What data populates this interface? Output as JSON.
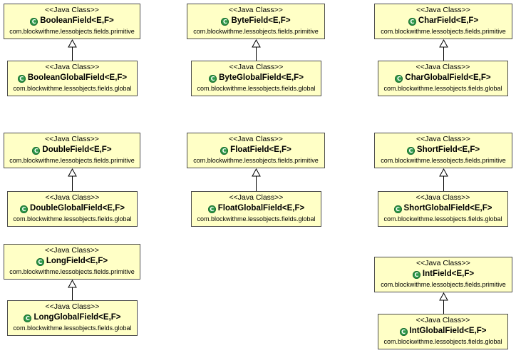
{
  "colors": {
    "class_fill": "#ffffc6",
    "class_border": "#4c4c4c",
    "class_icon": "#2f9a4a",
    "edge": "#000000"
  },
  "icon": "class-icon",
  "icon_letter": "C",
  "classes": [
    {
      "id": "boolean-field",
      "stereotype": "<<Java Class>>",
      "name": "BooleanField<E,F>",
      "package": "com.blockwithme.lessobjects.fields.primitive"
    },
    {
      "id": "boolean-global-field",
      "stereotype": "<<Java Class>>",
      "name": "BooleanGlobalField<E,F>",
      "package": "com.blockwithme.lessobjects.fields.global"
    },
    {
      "id": "byte-field",
      "stereotype": "<<Java Class>>",
      "name": "ByteField<E,F>",
      "package": "com.blockwithme.lessobjects.fields.primitive"
    },
    {
      "id": "byte-global-field",
      "stereotype": "<<Java Class>>",
      "name": "ByteGlobalField<E,F>",
      "package": "com.blockwithme.lessobjects.fields.global"
    },
    {
      "id": "char-field",
      "stereotype": "<<Java Class>>",
      "name": "CharField<E,F>",
      "package": "com.blockwithme.lessobjects.fields.primitive"
    },
    {
      "id": "char-global-field",
      "stereotype": "<<Java Class>>",
      "name": "CharGlobalField<E,F>",
      "package": "com.blockwithme.lessobjects.fields.global"
    },
    {
      "id": "double-field",
      "stereotype": "<<Java Class>>",
      "name": "DoubleField<E,F>",
      "package": "com.blockwithme.lessobjects.fields.primitive"
    },
    {
      "id": "double-global-field",
      "stereotype": "<<Java Class>>",
      "name": "DoubleGlobalField<E,F>",
      "package": "com.blockwithme.lessobjects.fields.global"
    },
    {
      "id": "float-field",
      "stereotype": "<<Java Class>>",
      "name": "FloatField<E,F>",
      "package": "com.blockwithme.lessobjects.fields.primitive"
    },
    {
      "id": "float-global-field",
      "stereotype": "<<Java Class>>",
      "name": "FloatGlobalField<E,F>",
      "package": "com.blockwithme.lessobjects.fields.global"
    },
    {
      "id": "short-field",
      "stereotype": "<<Java Class>>",
      "name": "ShortField<E,F>",
      "package": "com.blockwithme.lessobjects.fields.primitive"
    },
    {
      "id": "short-global-field",
      "stereotype": "<<Java Class>>",
      "name": "ShortGlobalField<E,F>",
      "package": "com.blockwithme.lessobjects.fields.global"
    },
    {
      "id": "long-field",
      "stereotype": "<<Java Class>>",
      "name": "LongField<E,F>",
      "package": "com.blockwithme.lessobjects.fields.primitive"
    },
    {
      "id": "long-global-field",
      "stereotype": "<<Java Class>>",
      "name": "LongGlobalField<E,F>",
      "package": "com.blockwithme.lessobjects.fields.global"
    },
    {
      "id": "int-field",
      "stereotype": "<<Java Class>>",
      "name": "IntField<E,F>",
      "package": "com.blockwithme.lessobjects.fields.primitive"
    },
    {
      "id": "int-global-field",
      "stereotype": "<<Java Class>>",
      "name": "IntGlobalField<E,F>",
      "package": "com.blockwithme.lessobjects.fields.global"
    }
  ],
  "edges": [
    {
      "from": "boolean-global-field",
      "to": "boolean-field",
      "kind": "generalization"
    },
    {
      "from": "byte-global-field",
      "to": "byte-field",
      "kind": "generalization"
    },
    {
      "from": "char-global-field",
      "to": "char-field",
      "kind": "generalization"
    },
    {
      "from": "double-global-field",
      "to": "double-field",
      "kind": "generalization"
    },
    {
      "from": "float-global-field",
      "to": "float-field",
      "kind": "generalization"
    },
    {
      "from": "short-global-field",
      "to": "short-field",
      "kind": "generalization"
    },
    {
      "from": "long-global-field",
      "to": "long-field",
      "kind": "generalization"
    },
    {
      "from": "int-global-field",
      "to": "int-field",
      "kind": "generalization"
    }
  ]
}
